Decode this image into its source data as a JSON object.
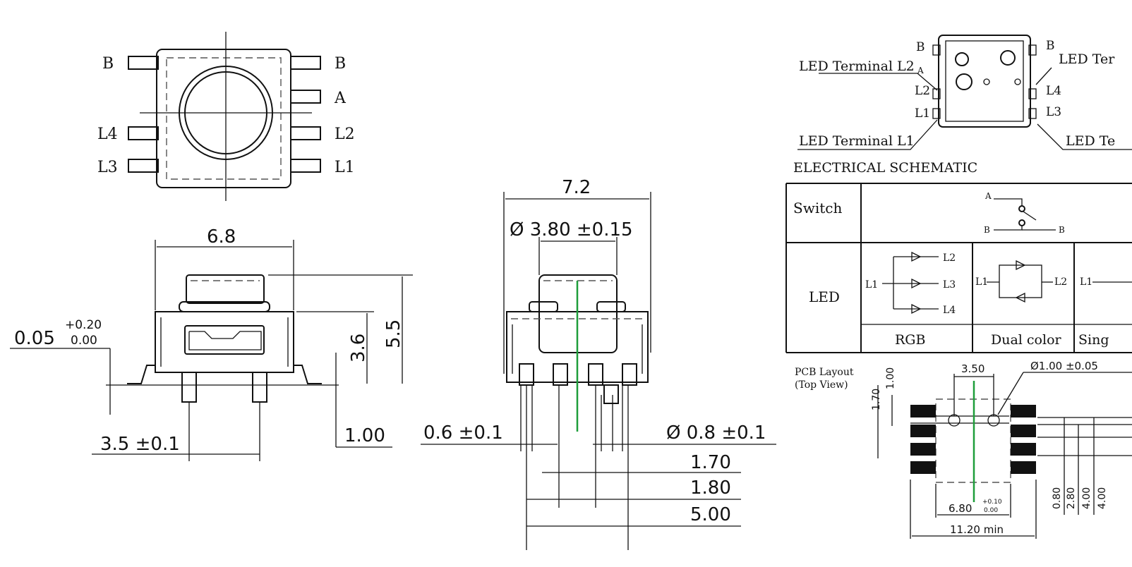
{
  "top_view": {
    "labels_left": [
      "B",
      "L4",
      "L3"
    ],
    "labels_right": [
      "B",
      "A",
      "L2",
      "L1"
    ]
  },
  "side_view": {
    "width": "6.8",
    "height_total": "5.5",
    "height_body": "3.6",
    "tolerance_value": "0.05",
    "tolerance_plus": "+0.20",
    "tolerance_minus": "0.00",
    "pin_pitch": "3.5 ±0.1",
    "standoff": "1.00"
  },
  "front_view": {
    "width": "7.2",
    "cap_diameter": "Ø 3.80 ±0.15",
    "pin_width": "0.6 ±0.1",
    "pin_diameter": "Ø 0.8 ±0.1",
    "dim_a": "1.70",
    "dim_b": "1.80",
    "dim_c": "5.00"
  },
  "led_view": {
    "terminal_l2": "LED Terminal L2",
    "terminal_l1": "LED Terminal L1",
    "terminal_right_top": "LED Ter",
    "terminal_right_bottom": "LED Te",
    "pin_b_left": "B",
    "pin_a": "A",
    "pin_l2": "L2",
    "pin_l1": "L1",
    "pin_b_right": "B",
    "pin_l4": "L4",
    "pin_l3": "L3"
  },
  "schematic": {
    "title": "ELECTRICAL SCHEMATIC",
    "row_switch": "Switch",
    "row_led": "LED",
    "sw_a": "A",
    "sw_b_left": "B",
    "sw_b_right": "B",
    "rgb_l1": "L1",
    "rgb_l2": "L2",
    "rgb_l3": "L3",
    "rgb_l4": "L4",
    "dual_l1": "L1",
    "dual_l2": "L2",
    "single_l1": "L1",
    "col_rgb": "RGB",
    "col_dual": "Dual color",
    "col_single": "Sing"
  },
  "pcb_layout": {
    "title_line1": "PCB Layout",
    "title_line2": "(Top View)",
    "d_170": "1.70",
    "d_100": "1.00",
    "d_350": "3.50",
    "hole": "Ø1.00 ±0.05",
    "d_680": "6.80",
    "d_680_plus": "+0.10",
    "d_680_minus": "0.00",
    "d_1120": "11.20 min",
    "d_080": "0.80",
    "d_280": "2.80",
    "d_400": "4.00",
    "d_400b": "4.00"
  }
}
